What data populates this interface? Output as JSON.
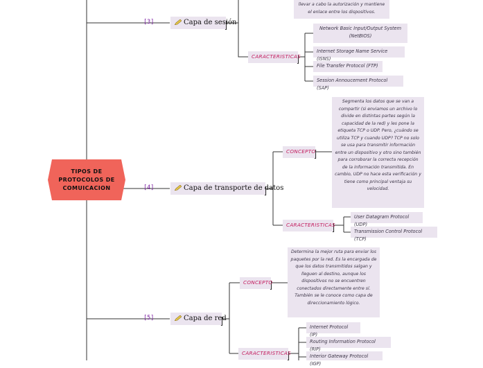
{
  "root": {
    "title": "TIPOS DE PROTOCOLOS DE COMUICACION"
  },
  "colors": {
    "root_fill": "#f0645a",
    "node_fill": "#ebe4ef",
    "tag_text": "#c2185b",
    "number_text": "#7b1fa2",
    "line": "#333333"
  },
  "top_fragment": "llevar a cabo la autorización y mantiene el enlace entre los dispositivos.",
  "layers": [
    {
      "number": "[3]",
      "name": "Capa de sesión",
      "caracteristicas_label": "CARACTERISTICAS",
      "items": [
        "Network Basic Input/Output System (NetBIOS)",
        "Internet Storage Name Service (ISNS)",
        "File Transfer Protocol (FTP)",
        "Session Annoucement Protocol (SAP)"
      ]
    },
    {
      "number": "[4]",
      "name": "Capa de transporte de datos",
      "concepto_label": "CONCEPTO",
      "concepto": "Segmenta los datos que se van a compartir (si enviamos un archivo lo divide en distintas partes según la capacidad de la red) y les pone la etiqueta TCP o UDP. Pero, ¿cuándo se utiliza TCP y cuando UDP? TCP no solo se usa para transmitir información entre un dispositivo y otro sino también para corroborar la correcta recepción de la información transmitida. En cambio, UDP no hace esta verificación y tiene como principal ventaja su velocidad.",
      "caracteristicas_label": "CARACTERISTICAS",
      "items": [
        "User Datagram Protocol (UDP)",
        "Transmission Control Protocol (TCP)"
      ]
    },
    {
      "number": "[5]",
      "name": "Capa de red",
      "concepto_label": "CONCEPTO",
      "concepto": "Determina la mejor ruta para enviar los paquetes por la red. Es la encargada de que los datos transmitidos salgan y lleguen al destino, aunque los dispositivos no se encuentren conectados directamente entre sí. También se le conoce como capa de direccionamiento lógico.",
      "caracteristicas_label": "CARACTERISTICAS",
      "items": [
        "Internet Protocol (IP)",
        "Routing Information Protocol (RIP)",
        "Interior Gateway Protocol (IGP)"
      ]
    }
  ]
}
